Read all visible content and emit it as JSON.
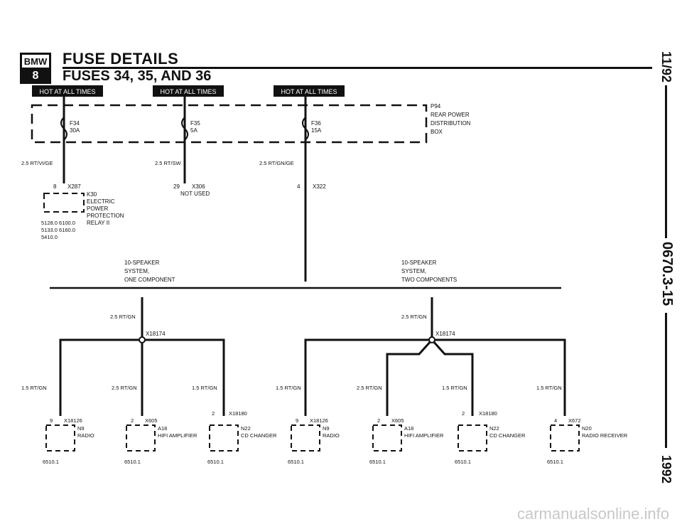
{
  "header": {
    "logo_top": "BMW",
    "logo_bottom": "8",
    "title": "FUSE DETAILS",
    "subtitle": "FUSES 34, 35, AND 36"
  },
  "side": {
    "date": "11/92",
    "doc_number": "0670.3-15",
    "year": "1992"
  },
  "watermark": "carmanualsonline.info",
  "hot_labels": [
    "HOT AT ALL TIMES",
    "HOT AT ALL TIMES",
    "HOT AT ALL TIMES"
  ],
  "fuses": [
    {
      "id": "F34",
      "rating": "30A"
    },
    {
      "id": "F35",
      "rating": "5A"
    },
    {
      "id": "F36",
      "rating": "15A"
    }
  ],
  "power_box": {
    "id": "P94",
    "lines": [
      "REAR POWER",
      "DISTRIBUTION",
      "BOX"
    ]
  },
  "wires": {
    "w1": "2.5 RT/VI/GE",
    "w2": "2.5 RT/SW",
    "w3": "2.5 RT/GN/GE",
    "lower_left": "2.5 RT/GN",
    "lower_right": "2.5 RT/GN",
    "b_radio_l": "1.5 RT/GN",
    "b_amp_l": "2.5 RT/GN",
    "b_cd_l": "1.5 RT/GN",
    "b_radio_r": "1.5 RT/GN",
    "b_amp_r": "2.5 RT/GN",
    "b_cd_r": "1.5 RT/GN",
    "b_recv_r": "1.5 RT/GN"
  },
  "relay": {
    "pin": "8",
    "connector": "X287",
    "id": "K30",
    "lines": [
      "ELECTRIC",
      "POWER",
      "PROTECTION",
      "RELAY II"
    ],
    "refs": [
      "5128.0  6100.0",
      "5133.0  6160.0",
      "5410.0"
    ]
  },
  "x306": {
    "pin": "29",
    "id": "X306",
    "note": "NOT USED"
  },
  "x322": {
    "pin": "4",
    "id": "X322"
  },
  "systems": {
    "left": [
      "10-SPEAKER",
      "SYSTEM,",
      "ONE COMPONENT"
    ],
    "right": [
      "10-SPEAKER",
      "SYSTEM,",
      "TWO COMPONENTS"
    ]
  },
  "splices": {
    "left": "X18174",
    "right": "X18174"
  },
  "components": [
    {
      "pin": "9",
      "conn": "X18126",
      "id": "N9",
      "name": "RADIO",
      "ref": "6510.1"
    },
    {
      "pin": "2",
      "conn": "X605",
      "id": "A18",
      "name": "HIFI AMPLIFIER",
      "ref": "6510.1"
    },
    {
      "pin": "2",
      "conn": "X18180",
      "id": "N22",
      "name": "CD CHANGER",
      "ref": "6510.1"
    },
    {
      "pin": "9",
      "conn": "X18126",
      "id": "N9",
      "name": "RADIO",
      "ref": "6510.1"
    },
    {
      "pin": "2",
      "conn": "X605",
      "id": "A18",
      "name": "HIFI AMPLIFIER",
      "ref": "6510.1"
    },
    {
      "pin": "2",
      "conn": "X18180",
      "id": "N22",
      "name": "CD CHANGER",
      "ref": "6510.1"
    },
    {
      "pin": "4",
      "conn": "X672",
      "id": "N20",
      "name": "RADIO RECEIVER",
      "ref": "6510.1"
    }
  ]
}
